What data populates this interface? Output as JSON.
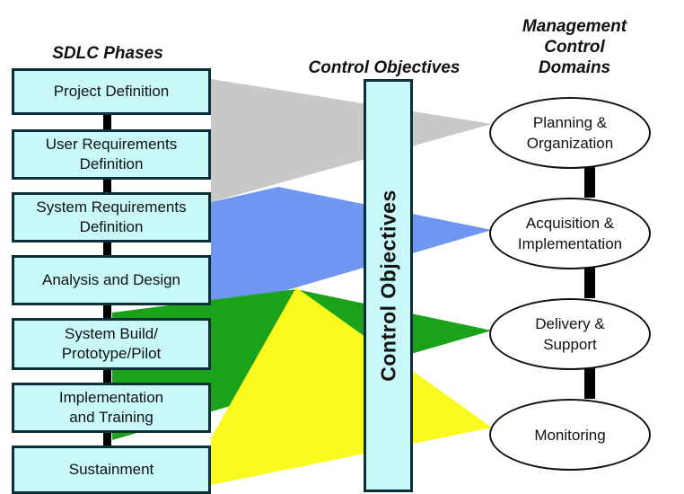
{
  "headers": {
    "phases": "SDLC Phases",
    "objectives": "Control Objectives",
    "domains": [
      "Management",
      "Control",
      "Domains"
    ]
  },
  "phases": [
    {
      "lines": [
        "Project Definition"
      ]
    },
    {
      "lines": [
        "User Requirements",
        "Definition"
      ]
    },
    {
      "lines": [
        "System Requirements",
        "Definition"
      ]
    },
    {
      "lines": [
        "Analysis and Design"
      ]
    },
    {
      "lines": [
        "System Build/",
        "Prototype/Pilot"
      ]
    },
    {
      "lines": [
        "Implementation",
        "and Training"
      ]
    },
    {
      "lines": [
        "Sustainment"
      ]
    }
  ],
  "objectives_column": {
    "label": "Control Objectives"
  },
  "domains": [
    {
      "lines": [
        "Planning &",
        "Organization"
      ]
    },
    {
      "lines": [
        "Acquisition &",
        "Implementation"
      ]
    },
    {
      "lines": [
        "Delivery &",
        "Support"
      ]
    },
    {
      "lines": [
        "Monitoring"
      ]
    }
  ],
  "band_colors": {
    "planning": "#c8c8c8",
    "acquisition": "#6f96f0",
    "delivery": "#1aa31a",
    "monitoring": "#fafa1e"
  },
  "colors": {
    "box_fill": "#c8f8f8",
    "box_border": "#0d2f38"
  }
}
